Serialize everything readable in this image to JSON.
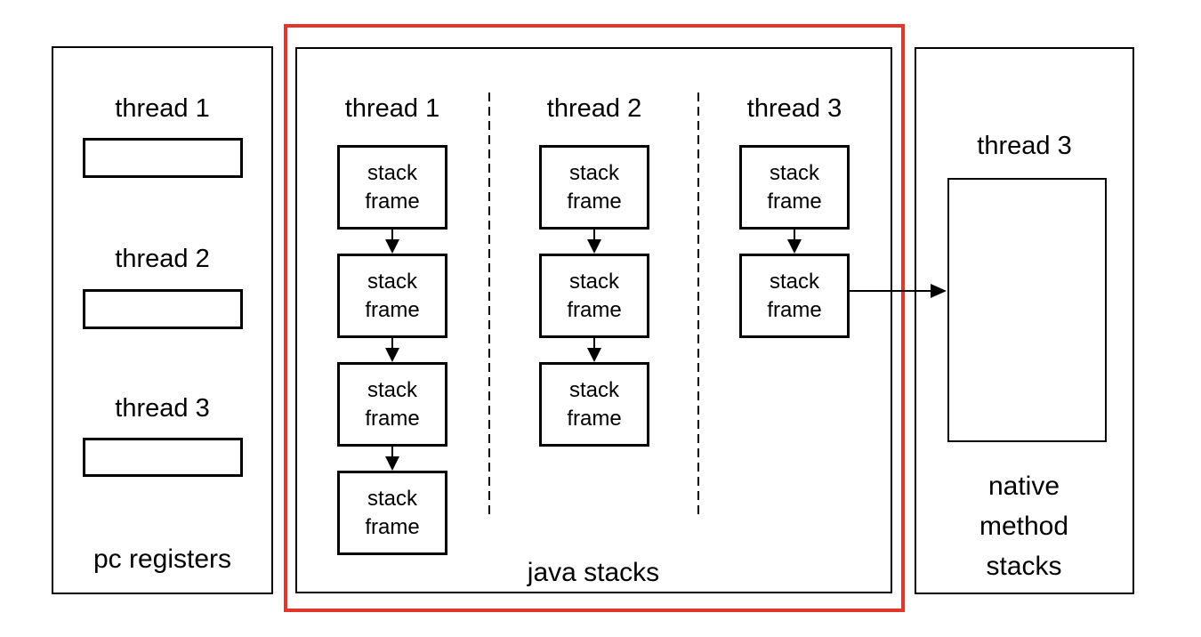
{
  "pc_registers": {
    "label": "pc registers",
    "thread_labels": [
      "thread 1",
      "thread 2",
      "thread 3"
    ]
  },
  "java_stacks": {
    "label": "java stacks",
    "columns": [
      {
        "label": "thread 1",
        "frames": [
          "stack frame",
          "stack frame",
          "stack frame",
          "stack frame"
        ]
      },
      {
        "label": "thread 2",
        "frames": [
          "stack frame",
          "stack frame",
          "stack frame"
        ]
      },
      {
        "label": "thread 3",
        "frames": [
          "stack frame",
          "stack frame"
        ]
      }
    ]
  },
  "native_method_stacks": {
    "thread_label": "thread 3",
    "label": "native method stacks"
  },
  "colors": {
    "highlight_border": "#e4372b",
    "line": "#000000",
    "background": "#ffffff"
  }
}
